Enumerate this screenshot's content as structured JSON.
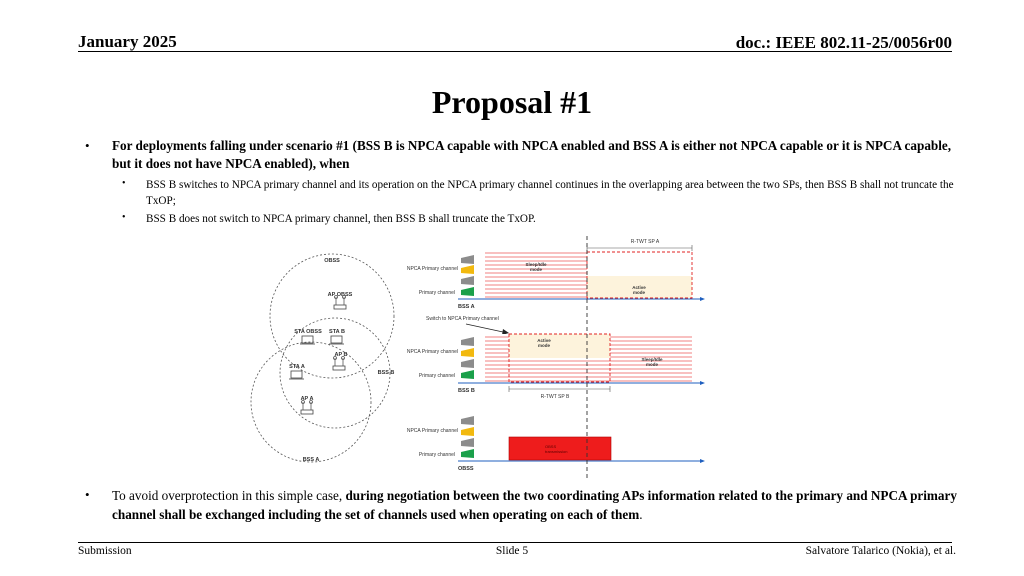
{
  "header": {
    "date": "January 2025",
    "doc": "doc.: IEEE 802.11-25/0056r00"
  },
  "title": "Proposal #1",
  "bullet1": "For deployments falling under scenario #1 (BSS B is NPCA capable with NPCA enabled and BSS A is either not NPCA capable or it is NPCA capable, but it does not have NPCA enabled), when",
  "sub1": "BSS B switches to NPCA primary channel and its operation on the NPCA primary channel continues in the overlapping area between the two SPs, then BSS B shall not truncate the TxOP;",
  "sub2": "BSS B does not switch to NPCA primary channel, then BSS B shall truncate the TxOP.",
  "bullet3": {
    "normal": "To avoid overprotection in this simple case, ",
    "bold": "during negotiation between the two coordinating APs information related to the primary and NPCA primary channel shall be exchanged including the set of channels used when operating on each of them",
    "end": "."
  },
  "figure": {
    "topology": {
      "obss": "OBSS",
      "ap_obss": "AP OBSS",
      "sta_obss": "STA OBSS",
      "sta_b": "STA B",
      "ap_b": "AP B",
      "sta_a": "STA A",
      "bss_b": "BSS B",
      "ap_a": "AP A",
      "bss_a": "BSS A"
    },
    "timeline": {
      "rtwt_a": "R-TWT SP A",
      "rtwt_b": "R-TWT SP B",
      "npca_primary": "NPCA Primary channel",
      "primary": "Primary channel",
      "row_a": "BSS A",
      "row_b": "BSS B",
      "row_obss": "OBSS",
      "switch_label": "Switch to NPCA Primary channel",
      "sleep_a_1": "Sleep/Idle",
      "sleep_a_2": "mode",
      "active_a_1": "Active",
      "active_a_2": "mode",
      "active_b_1": "Active",
      "active_b_2": "mode",
      "sleep_b_1": "Sleep/Idle",
      "sleep_b_2": "mode",
      "obss_tx_1": "OBSS",
      "obss_tx_2": "transmission"
    },
    "colors": {
      "hatch": "#f08080",
      "active_fill": "#fdf3dc",
      "obss_red": "#ee1c1c",
      "yellow": "#f2b90f",
      "green": "#1aa04a",
      "arrow": "#1f5fbf"
    }
  },
  "footer": {
    "left": "Submission",
    "center": "Slide 5",
    "right": "Salvatore Talarico (Nokia), et al."
  }
}
